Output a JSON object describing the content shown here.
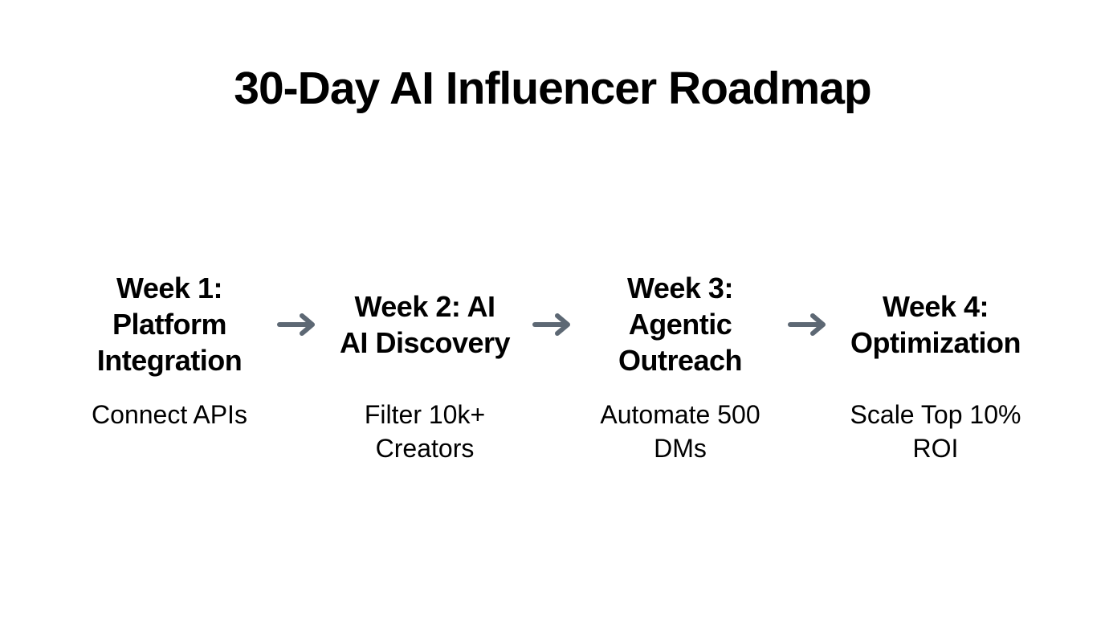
{
  "title": "30-Day AI Influencer Roadmap",
  "colors": {
    "background": "#ffffff",
    "text": "#000000",
    "arrow": "#5d6874"
  },
  "icons": {
    "arrow-right": "→"
  },
  "stages": [
    {
      "heading": "Week 1:\nPlatform\nIntegration",
      "description": "Connect APIs"
    },
    {
      "heading": "Week 2: AI\nAI Discovery",
      "description": "Filter 10k+\nCreators"
    },
    {
      "heading": "Week 3:\nAgentic\nOutreach",
      "description": "Automate 500\nDMs"
    },
    {
      "heading": "Week 4:\nOptimization",
      "description": "Scale Top 10%\nROI"
    }
  ]
}
